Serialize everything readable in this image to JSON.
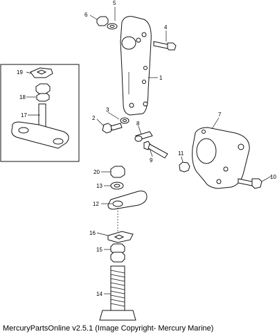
{
  "callouts": {
    "c1": "1",
    "c2": "2",
    "c3": "3",
    "c4": "4",
    "c5": "5",
    "c6": "6",
    "c7": "7",
    "c8": "8",
    "c9": "9",
    "c10": "10",
    "c11": "11",
    "c12": "12",
    "c13": "13",
    "c14": "14",
    "c15": "15",
    "c16": "16",
    "c17": "17",
    "c18": "18",
    "c19": "19",
    "c20": "20"
  },
  "footer": "MercuryPartsOnline v2.5.1 (Image Copyright- Mercury Marine)"
}
